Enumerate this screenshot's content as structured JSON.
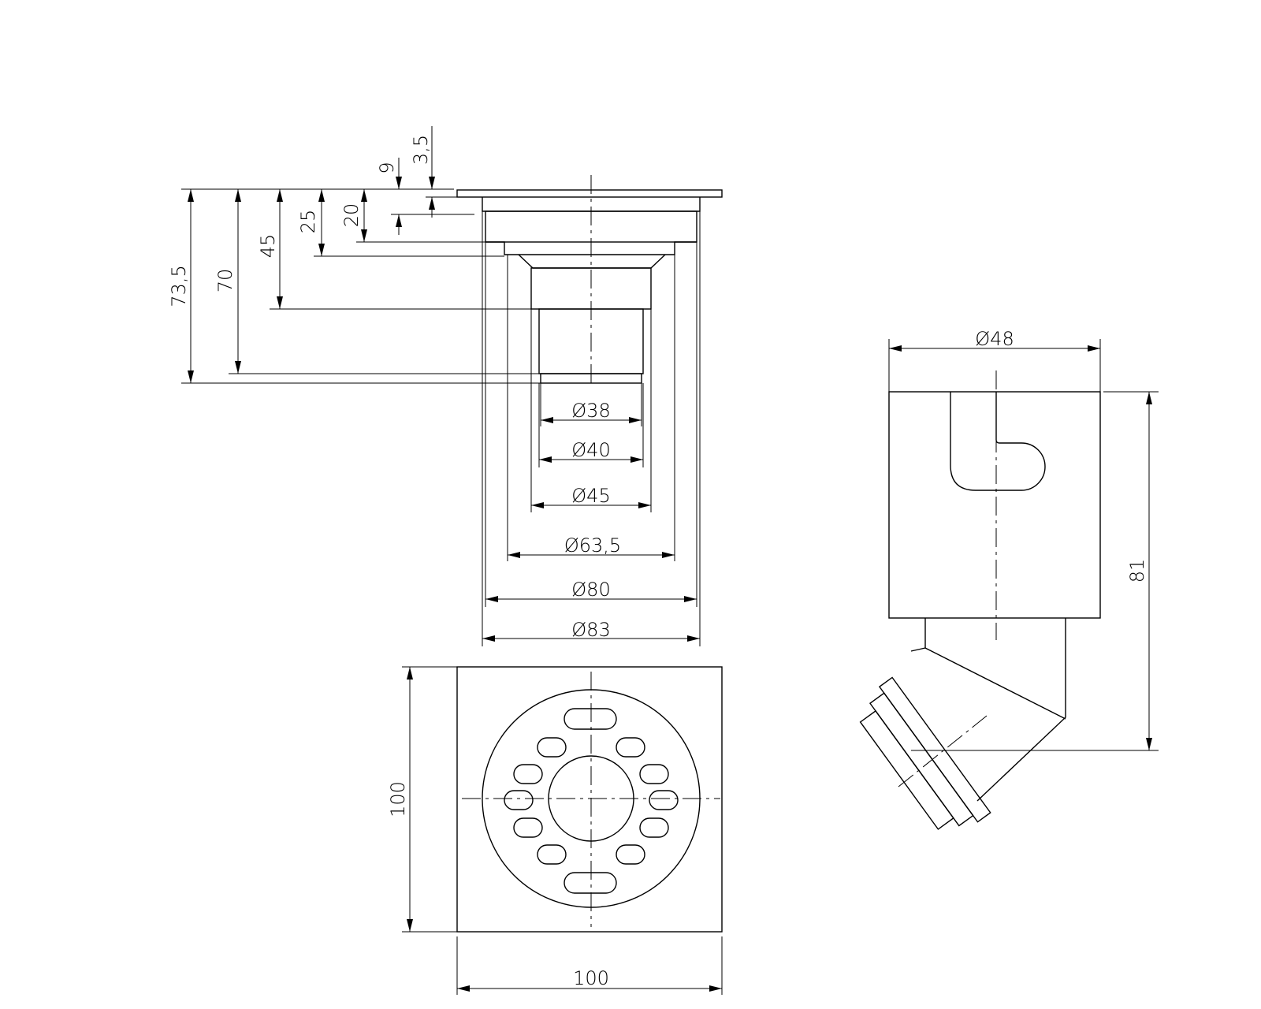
{
  "views": {
    "section": {
      "vertical_dims": [
        "73,5",
        "70",
        "45",
        "25",
        "20",
        "9",
        "3,5"
      ],
      "diameters": [
        "Ø38",
        "Ø40",
        "Ø45",
        "Ø63,5",
        "Ø80",
        "Ø83"
      ]
    },
    "plan": {
      "width": "100",
      "height": "100"
    },
    "side": {
      "diameter": "Ø48",
      "height": "81"
    }
  }
}
